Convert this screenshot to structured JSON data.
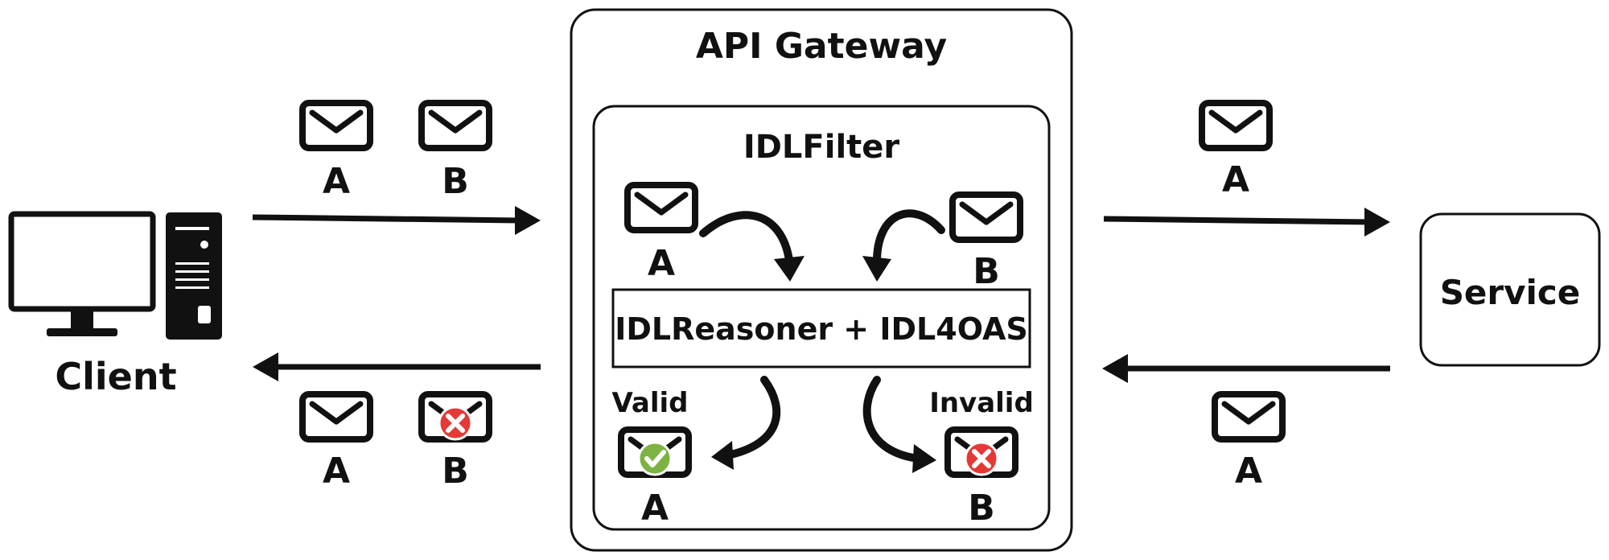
{
  "title": "API Gateway",
  "filter_title": "IDLFilter",
  "client_label": "Client",
  "service_label": "Service",
  "reasoner_label": "IDLReasoner + IDL4OAS",
  "valid_label": "Valid",
  "invalid_label": "Invalid",
  "messages": {
    "client_out_a": "A",
    "client_out_b": "B",
    "client_in_a": "A",
    "client_in_b": "B",
    "filter_in_a": "A",
    "filter_in_b": "B",
    "filter_valid_a": "A",
    "filter_invalid_b": "B",
    "service_in_a": "A",
    "service_out_a": "A"
  },
  "colors": {
    "stroke": "#111111",
    "valid_check": "#7cb342",
    "invalid_x": "#e53935"
  },
  "icons": {
    "client": "desktop-computer-icon",
    "message": "envelope-icon",
    "valid": "check-circle-icon",
    "invalid": "x-circle-icon"
  }
}
